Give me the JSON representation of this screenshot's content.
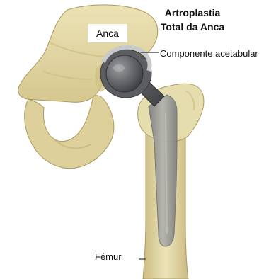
{
  "title": {
    "line1": "Artroplastia",
    "line2": "Total da Anca"
  },
  "labels": {
    "hip": "Anca",
    "acetabular_component": "Componente acetabular",
    "femur": "Fémur"
  },
  "colors": {
    "bone": "#e3d9a6",
    "bone_shadow": "#c9b77c",
    "bone_outline": "#a99a5e",
    "implant_cup": "#5b5d60",
    "implant_liner": "#c8c9cb",
    "implant_stem": "#8f918f",
    "pointer_line": "#333333"
  }
}
